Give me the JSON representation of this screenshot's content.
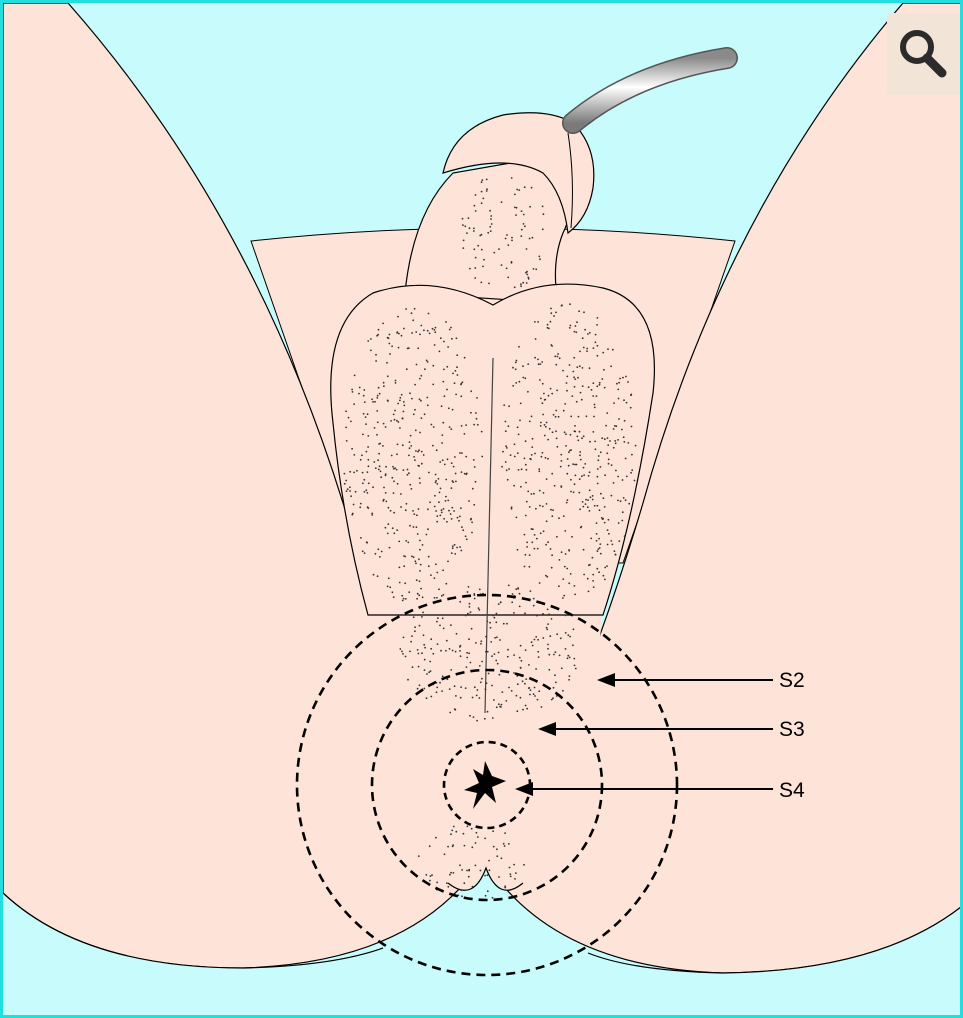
{
  "labels": {
    "s2": "S2",
    "s3": "S3",
    "s4": "S4"
  },
  "zoom_button": {
    "icon": "magnifier-icon"
  },
  "colors": {
    "background": "#c8fbfb",
    "border": "#22dede",
    "skin": "#fde3d8",
    "outline": "#000000",
    "catheter": "#b8b8b8"
  }
}
